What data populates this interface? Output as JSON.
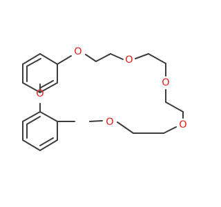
{
  "molecule": {
    "atom_color": "#e0211b",
    "bond_color": "#3c3c3c",
    "background": "#ffffff",
    "oxygen_labels": [
      "O",
      "O",
      "O",
      "O",
      "O",
      "O"
    ]
  }
}
